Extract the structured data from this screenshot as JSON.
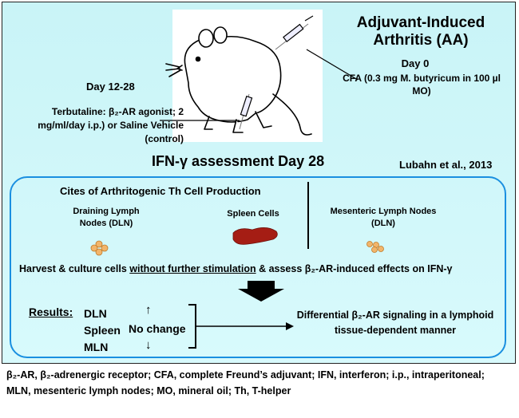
{
  "header": {
    "title": "Adjuvant-Induced Arthritis (AA)",
    "day0": "Day 0",
    "cfa": "CFA (0.3 mg M. butyricum in 100 µl MO)"
  },
  "treatment": {
    "days": "Day 12-28",
    "details": "Terbutaline: β₂-AR agonist; 2 mg/ml/day i.p.) or Saline Vehicle (control)"
  },
  "assessment": {
    "title": "IFN-γ assessment Day 28",
    "citation": "Lubahn et al., 2013"
  },
  "production": {
    "heading": "Cites of Arthritogenic  Th Cell Production",
    "dln": "Draining Lymph Nodes (DLN)",
    "spleen": "Spleen Cells",
    "mln": "Mesenteric Lymph Nodes (DLN)"
  },
  "harvest": {
    "prefix": "Harvest & culture cells ",
    "underlined": "without further stimulation",
    "suffix": " & assess β₂-AR-induced effects on IFN-γ"
  },
  "results": {
    "label": "Results:",
    "tissues": [
      "DLN",
      "Spleen",
      "MLN"
    ],
    "up_arrow": "↑",
    "no_change": "No change",
    "down_arrow": "↓",
    "conclusion": "Differential β₂-AR signaling in a lymphoid tissue-dependent manner"
  },
  "caption": "β₂-AR, β₂-adrenergic receptor; CFA, complete Freund’s adjuvant; IFN, interferon; i.p., intraperitoneal; MLN, mesenteric lymph nodes; MO, mineral oil; Th, T-helper",
  "colors": {
    "background": "#d2f7fa",
    "inner_border": "#1a8fe0",
    "spleen": "#a51d14",
    "lymph_cell": "#f2b56b"
  }
}
